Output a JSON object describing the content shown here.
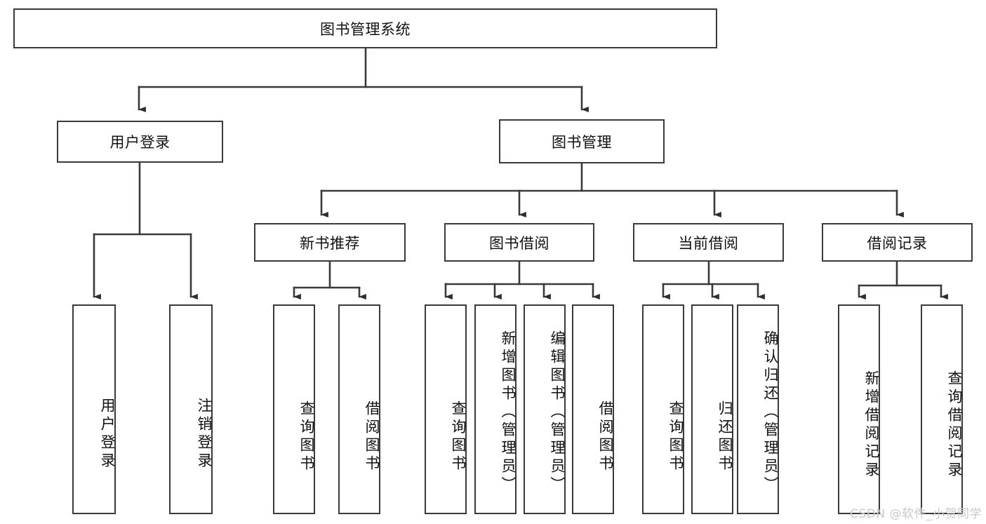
{
  "diagram": {
    "type": "tree-hierarchy-chart",
    "title": "图书管理系统",
    "root": {
      "id": "root",
      "label": "图书管理系统"
    },
    "level1": [
      {
        "id": "user-login",
        "label": "用户登录"
      },
      {
        "id": "book-management",
        "label": "图书管理"
      }
    ],
    "level2": [
      {
        "id": "new-book-recommend",
        "label": "新书推荐",
        "parent": "book-management"
      },
      {
        "id": "book-borrow",
        "label": "图书借阅",
        "parent": "book-management"
      },
      {
        "id": "current-borrow",
        "label": "当前借阅",
        "parent": "book-management"
      },
      {
        "id": "borrow-record",
        "label": "借阅记录",
        "parent": "book-management"
      }
    ],
    "leaves": {
      "user_login": [
        {
          "id": "leaf-user-login",
          "label": "用户登录"
        },
        {
          "id": "leaf-user-logout",
          "label": "注销登录"
        }
      ],
      "new_book_recommend": [
        {
          "id": "leaf-query-book-1",
          "label": "查询图书"
        },
        {
          "id": "leaf-borrow-book-1",
          "label": "借阅图书"
        }
      ],
      "book_borrow": [
        {
          "id": "leaf-query-book-2",
          "label": "查询图书"
        },
        {
          "id": "leaf-add-book",
          "label": "新增图书（管理员）"
        },
        {
          "id": "leaf-edit-book",
          "label": "编辑图书（管理员）"
        },
        {
          "id": "leaf-borrow-book-2",
          "label": "借阅图书"
        }
      ],
      "current_borrow": [
        {
          "id": "leaf-query-book-3",
          "label": "查询图书"
        },
        {
          "id": "leaf-return-book",
          "label": "归还图书"
        },
        {
          "id": "leaf-confirm-return",
          "label": "确认归还（管理员）"
        }
      ],
      "borrow_record": [
        {
          "id": "leaf-add-record",
          "label": "新增借阅记录"
        },
        {
          "id": "leaf-query-record",
          "label": "查询借阅记录"
        }
      ]
    }
  },
  "watermark": {
    "text": "CSDN @软件_小贺同学"
  },
  "colors": {
    "stroke": "#3a3a3a",
    "background": "#ffffff",
    "text": "#111111",
    "watermark": "#c9c9c9"
  }
}
